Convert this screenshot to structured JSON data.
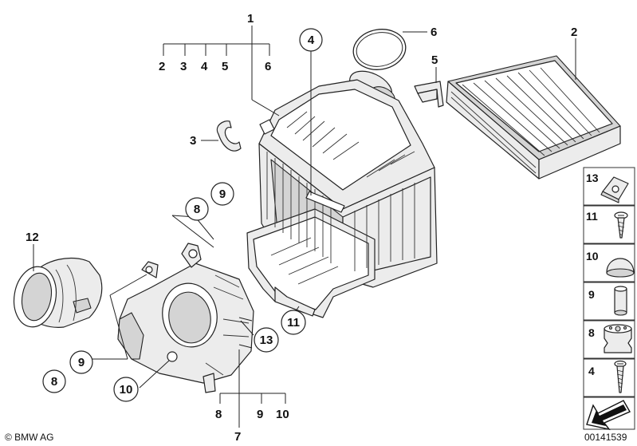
{
  "callouts": {
    "c1": "1",
    "c2": "2",
    "c3": "3",
    "c4": "4",
    "c5": "5",
    "c6": "6",
    "c7": "7",
    "c12": "12",
    "c13": "13",
    "c11": "11",
    "g1_2": "2",
    "g1_3": "3",
    "g1_4": "4",
    "g1_5": "5",
    "g1_6": "6",
    "g7_8": "8",
    "g7_9": "9",
    "g7_10": "10",
    "circle_4": "4",
    "circle_9_top": "9",
    "circle_8_top": "8",
    "circle_9_left": "9",
    "circle_8_left": "8",
    "circle_10": "10"
  },
  "side_panel": [
    {
      "label": "13",
      "icon": "clip-nut-icon"
    },
    {
      "label": "11",
      "icon": "screw-icon"
    },
    {
      "label": "10",
      "icon": "rubber-cap-icon"
    },
    {
      "label": "9",
      "icon": "sleeve-icon"
    },
    {
      "label": "8",
      "icon": "rubber-grommet-icon"
    },
    {
      "label": "4",
      "icon": "self-tapping-screw-icon"
    }
  ],
  "footer": {
    "copyright": "© BMW AG",
    "image_number": "00141539"
  }
}
